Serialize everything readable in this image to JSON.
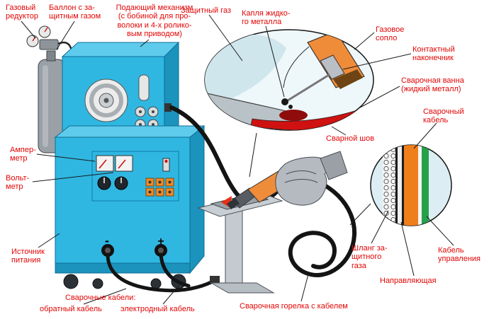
{
  "diagram": {
    "labels": {
      "gas_reducer": "Газовый\nредуктор",
      "gas_cylinder": "Баллон с за-\nщитным газом",
      "feeder": "Подающий механизм\n(с бобиной для про-\nволоки и 4-х ролико-\nвым приводом)",
      "shielding_gas": "Защитный газ",
      "metal_drop": "Капля жидко-\nго металла",
      "gas_nozzle": "Газовое\nсопло",
      "contact_tip": "Контактный\nнаконечник",
      "weld_pool": "Сварочная ванна\n(жидкий металл)",
      "welding_cable": "Сварочный\nкабель",
      "weld_seam": "Сварной шов",
      "ammeter": "Ампер-\nметр",
      "voltmeter": "Вольт-\nметр",
      "power_source": "Источник\nпитания",
      "gas_hose": "Шланг за-\nщитного\nгаза",
      "control_cable": "Кабель\nуправления",
      "guide": "Направляющая",
      "welding_cables_title": "Сварочные кабели:",
      "return_cable": "обратный кабель",
      "electrode_cable": "электродный кабель",
      "torch": "Сварочная горелка с кабелем",
      "terminal_minus": "-",
      "terminal_plus": "+"
    },
    "colors": {
      "label_red": "#e30505",
      "machine_blue": "#2fb7e2",
      "machine_blue_dark": "#1b93bd",
      "nozzle_orange": "#ef8c3a",
      "weld_seam_red": "#cf1111",
      "cross_section_orange": "#ef7f1a",
      "cross_section_green": "#27a04a"
    }
  }
}
